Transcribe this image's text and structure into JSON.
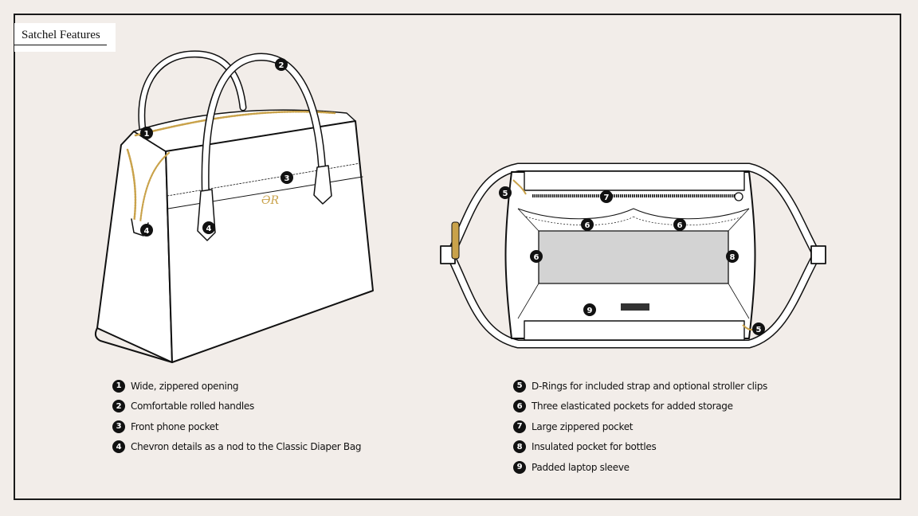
{
  "title": "Satchel Features",
  "features_left": [
    {
      "num": "1",
      "label": "Wide, zippered opening"
    },
    {
      "num": "2",
      "label": "Comfortable rolled handles"
    },
    {
      "num": "3",
      "label": "Front phone pocket"
    },
    {
      "num": "4",
      "label": "Chevron details as a nod to the Classic Diaper Bag"
    }
  ],
  "features_right": [
    {
      "num": "5",
      "label": "D-Rings for included strap and optional stroller clips"
    },
    {
      "num": "6",
      "label": "Three elasticated pockets for added storage"
    },
    {
      "num": "7",
      "label": "Large zippered pocket"
    },
    {
      "num": "8",
      "label": "Insulated pocket for bottles"
    },
    {
      "num": "9",
      "label": "Padded laptop sleeve"
    }
  ],
  "markers": {
    "m1": "1",
    "m2": "2",
    "m3": "3",
    "m4a": "4",
    "m4b": "4",
    "m5a": "5",
    "m5b": "5",
    "m6a": "6",
    "m6b": "6",
    "m6c": "6",
    "m7": "7",
    "m8": "8",
    "m9": "9"
  },
  "colors": {
    "background": "#f2ede9",
    "line": "#111111",
    "gold": "#c9a24a",
    "sleeve": "#d3d3d3"
  }
}
